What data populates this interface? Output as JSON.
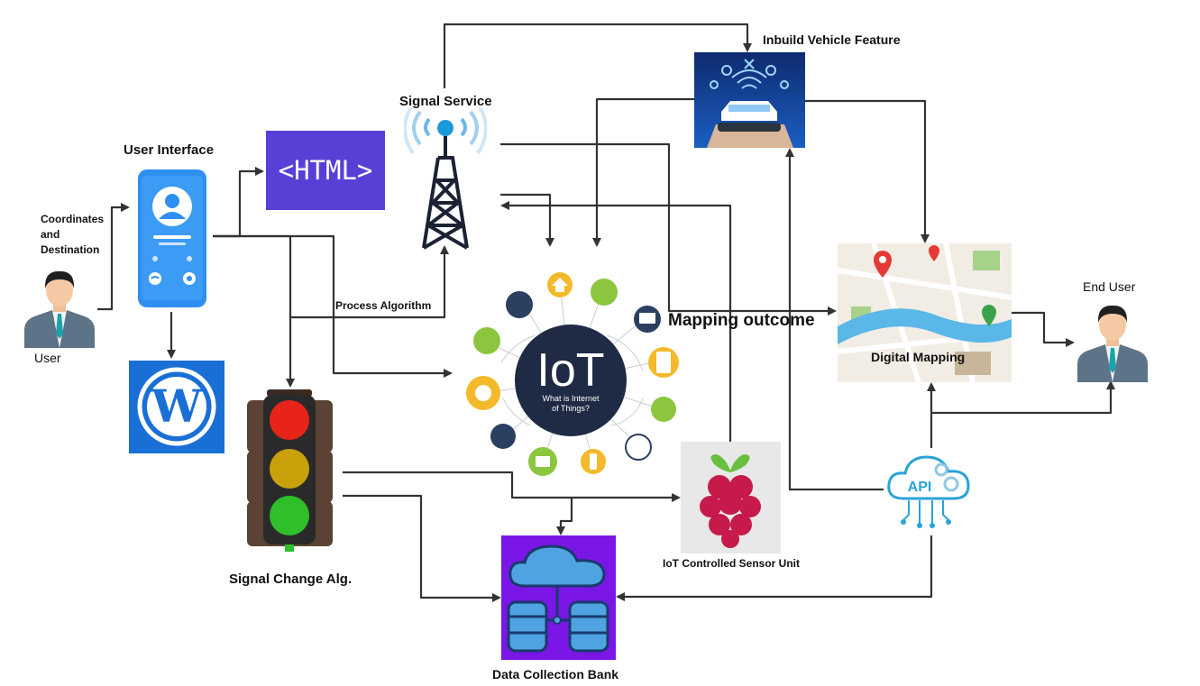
{
  "labels": {
    "user": "User",
    "coordinates": [
      "Coordinates",
      "and",
      "Destination"
    ],
    "user_interface": "User Interface",
    "html_logo_text": "<HTML>",
    "signal_service": "Signal Service",
    "process_algorithm": "Process Algorithm",
    "inbuild_vehicle": "Inbuild Vehicle Feature",
    "iot_center": "IoT",
    "iot_sub1": "What is Internet",
    "iot_sub2": "of Things?",
    "mapping_outcome": "Mapping outcome",
    "digital_mapping": "Digital Mapping",
    "end_user": "End User",
    "signal_change": "Signal Change Alg.",
    "iot_sensor": "IoT Controlled Sensor Unit",
    "data_bank": "Data Collection Bank",
    "api": "API"
  },
  "colors": {
    "phone": "#2e8ff0",
    "html_bg": "#5a3fd6",
    "wordpress_bg": "#1a6fd6",
    "data_bank_bg": "#7a16e6",
    "iot_core": "#1f2a44",
    "api_cloud": "#2aa3d8",
    "arrow": "#333333"
  }
}
